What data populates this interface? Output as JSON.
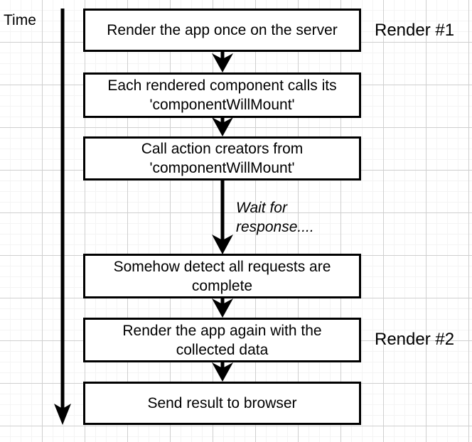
{
  "diagram": {
    "title_visible": false,
    "axis": {
      "label": "Time",
      "direction": "downward"
    },
    "nodes": [
      {
        "id": "n1",
        "text": "Render the app once on the server"
      },
      {
        "id": "n2",
        "text": "Each rendered component calls its\n'componentWillMount'"
      },
      {
        "id": "n3",
        "text": "Call action creators from\n'componentWillMount'"
      },
      {
        "id": "n4",
        "text": "Somehow detect all requests are\ncomplete"
      },
      {
        "id": "n5",
        "text": "Render the app again with the\ncollected data"
      },
      {
        "id": "n6",
        "text": "Send result to browser"
      }
    ],
    "edge_notes": [
      {
        "id": "e3",
        "text": "Wait for\nresponse...."
      }
    ],
    "side_labels": [
      {
        "id": "r1",
        "text": "Render #1"
      },
      {
        "id": "r2",
        "text": "Render #2"
      }
    ],
    "colors": {
      "stroke": "#000000",
      "fill": "#ffffff",
      "text": "#000000",
      "grid_minor": "#f4f4f4",
      "grid_major": "#cfcfcf"
    }
  }
}
